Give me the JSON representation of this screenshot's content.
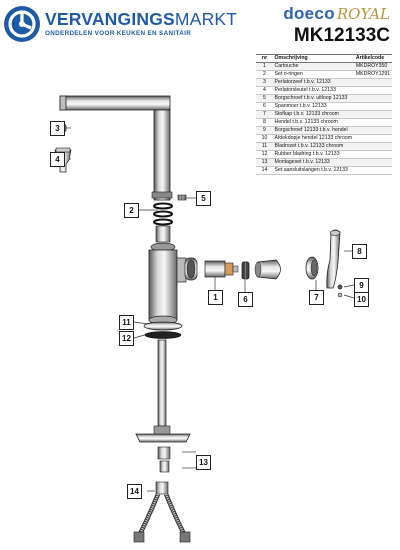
{
  "header": {
    "brand_bold": "VERVANGINGS",
    "brand_thin": "MARKT",
    "brand_tagline": "ONDERDELEN VOOR KEUKEN EN SANITAIR",
    "doeco": "doeco",
    "royal": "ROYAL",
    "model": "MK12133C"
  },
  "table": {
    "headers": [
      "nr",
      "Omschrijving",
      "Artikelcode"
    ],
    "rows": [
      {
        "nr": "1",
        "desc": "Cartouche",
        "code": "MKDROY350"
      },
      {
        "nr": "2",
        "desc": "Set o-ringen",
        "code": "MKDROY1291"
      },
      {
        "nr": "3",
        "desc": "Perlatorzeef t.b.v. 12133",
        "code": ""
      },
      {
        "nr": "4",
        "desc": "Perlatorsleutel t.b.v. 12133",
        "code": ""
      },
      {
        "nr": "5",
        "desc": "Borgschroef t.b.v. uitloop 12133",
        "code": ""
      },
      {
        "nr": "6",
        "desc": "Spanmoer t.b.v. 12133",
        "code": ""
      },
      {
        "nr": "7",
        "desc": "Stofkap t.b.v. 12133 chroom",
        "code": ""
      },
      {
        "nr": "8",
        "desc": "Hendel t.b.v. 12133 chroom",
        "code": ""
      },
      {
        "nr": "9",
        "desc": "Borgschroef 12133 t.b.v. hendel",
        "code": ""
      },
      {
        "nr": "10",
        "desc": "Afdekdopje hendel 12133 chroom",
        "code": ""
      },
      {
        "nr": "11",
        "desc": "Bladrozet t.b.v. 12133  chroom",
        "code": ""
      },
      {
        "nr": "12",
        "desc": "Rubber bladring t.b.v. 12133",
        "code": ""
      },
      {
        "nr": "13",
        "desc": "Montageset t.b.v. 12133",
        "code": ""
      },
      {
        "nr": "14",
        "desc": "Set aansluitslangen t.b.v. 12133",
        "code": ""
      }
    ]
  },
  "callouts": {
    "c1": "1",
    "c2": "2",
    "c3": "3",
    "c4": "4",
    "c5": "5",
    "c6": "6",
    "c7": "7",
    "c8": "8",
    "c9": "9",
    "c10": "10",
    "c11": "11",
    "c12": "12",
    "c13": "13",
    "c14": "14"
  },
  "colors": {
    "brand_blue": "#1f5aa6",
    "royal_gold": "#b8953c"
  }
}
